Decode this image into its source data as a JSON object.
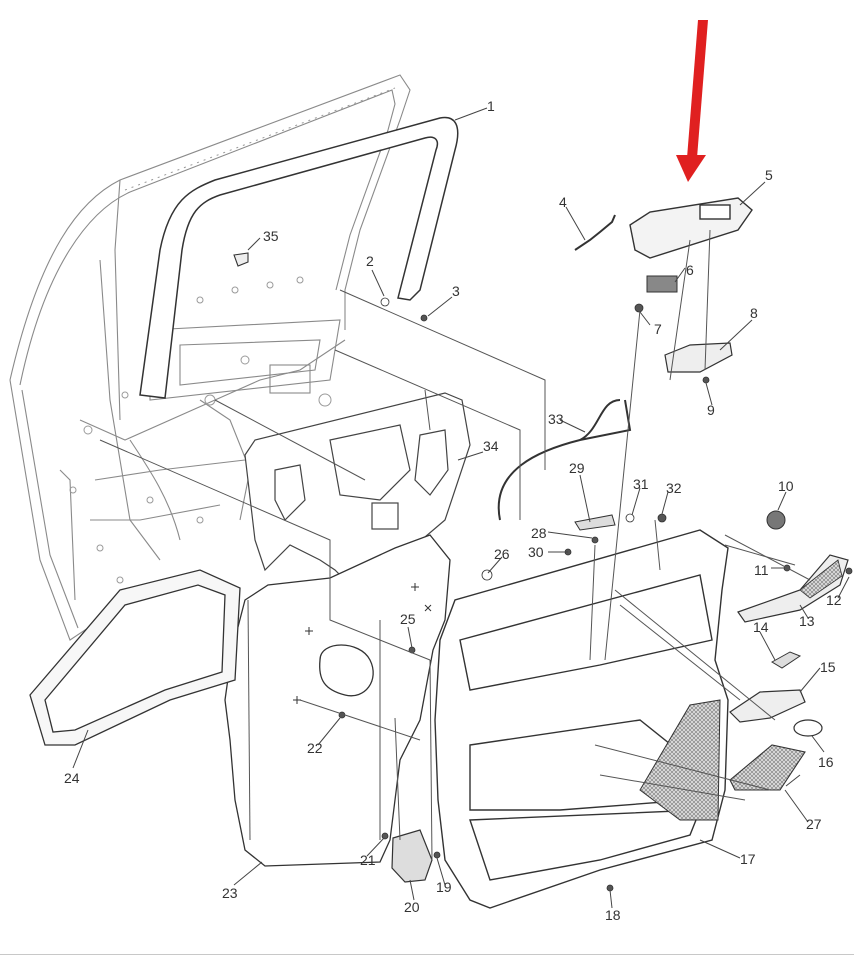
{
  "diagram": {
    "callouts": [
      "1",
      "2",
      "3",
      "4",
      "5",
      "6",
      "7",
      "8",
      "9",
      "10",
      "11",
      "12",
      "13",
      "14",
      "15",
      "16",
      "17",
      "18",
      "19",
      "20",
      "21",
      "22",
      "23",
      "24",
      "25",
      "26",
      "27",
      "28",
      "29",
      "30",
      "31",
      "32",
      "33",
      "34",
      "35"
    ],
    "highlight_arrow_color": "#e02020",
    "line_color": "#555555",
    "label_box_color": "#cfcfcf",
    "highlighted_part": "5"
  }
}
